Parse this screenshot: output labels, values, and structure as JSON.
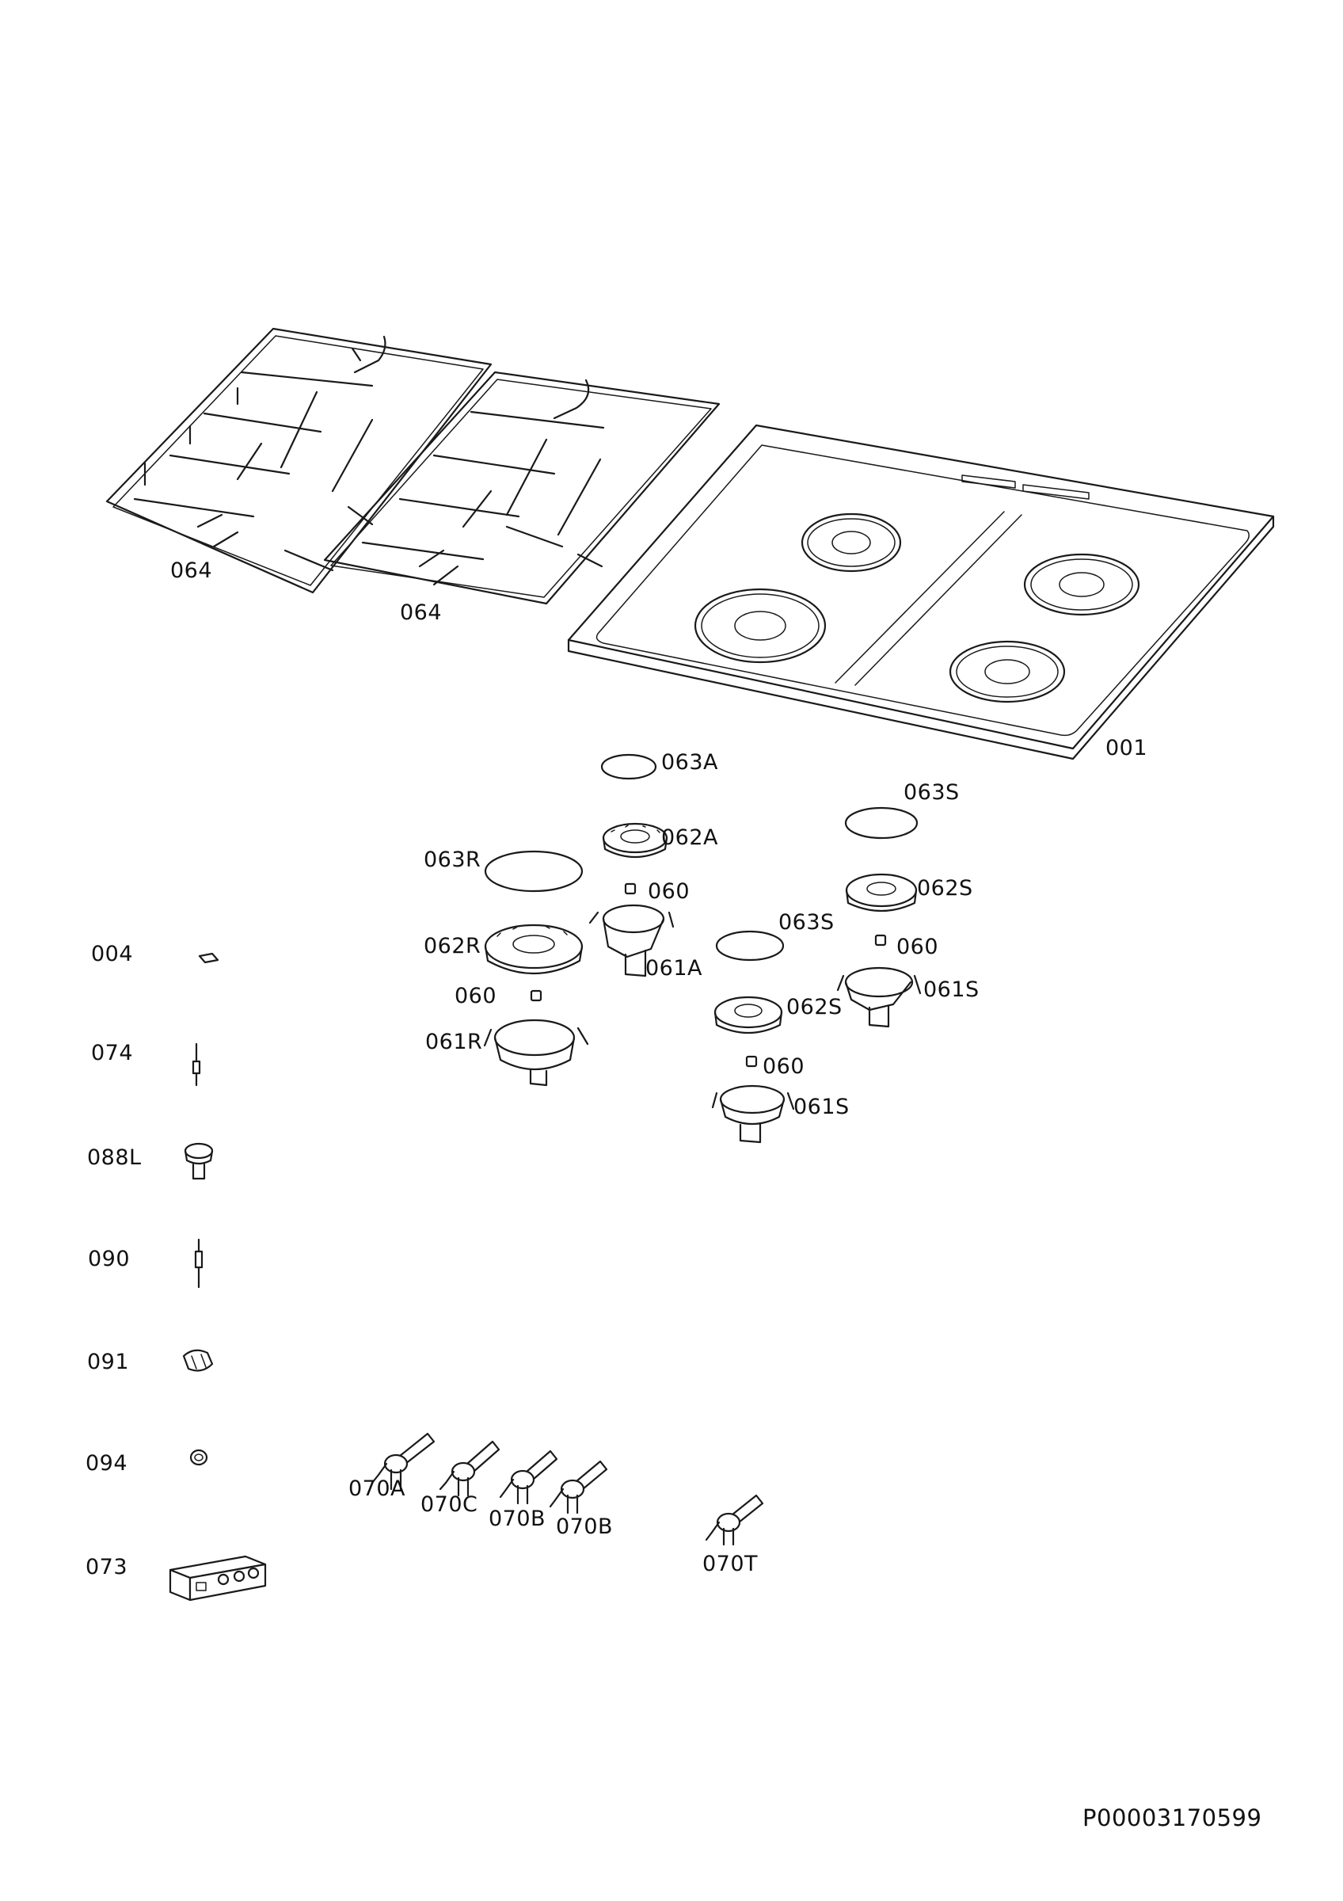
{
  "labels": {
    "l064a": "064",
    "l064b": "064",
    "l001": "001",
    "l063A": "063A",
    "l062A": "062A",
    "l060a": "060",
    "l061A": "061A",
    "l063R": "063R",
    "l062R": "062R",
    "l060b": "060",
    "l061R": "061R",
    "l063S_top": "063S",
    "l062S_top": "062S",
    "l060c": "060",
    "l061S_top": "061S",
    "l063S_mid": "063S",
    "l062S_mid": "062S",
    "l060d": "060",
    "l061S_bot": "061S",
    "l004": "004",
    "l074": "074",
    "l088L": "088L",
    "l090": "090",
    "l091": "091",
    "l094": "094",
    "l073": "073",
    "l070A": "070A",
    "l070C": "070C",
    "l070B_1": "070B",
    "l070B_2": "070B",
    "l070T": "070T"
  },
  "document_number": "P00003170599"
}
